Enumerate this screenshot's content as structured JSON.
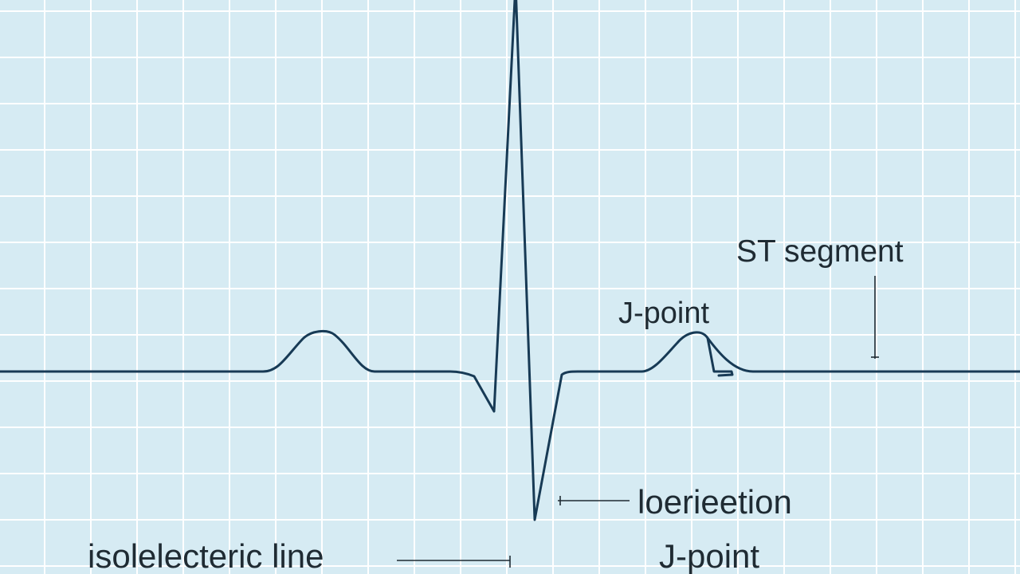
{
  "colors": {
    "background": "#d6ebf3",
    "grid": "#ffffff",
    "trace": "#173a55",
    "annotation": "#1f2b33"
  },
  "labels": {
    "st_segment": "ST segment",
    "j_point_upper": "J-point",
    "loerieetion": "loerieetion",
    "isoelectric_line": "isolelecteric line",
    "j_point_lower": "J-point"
  }
}
